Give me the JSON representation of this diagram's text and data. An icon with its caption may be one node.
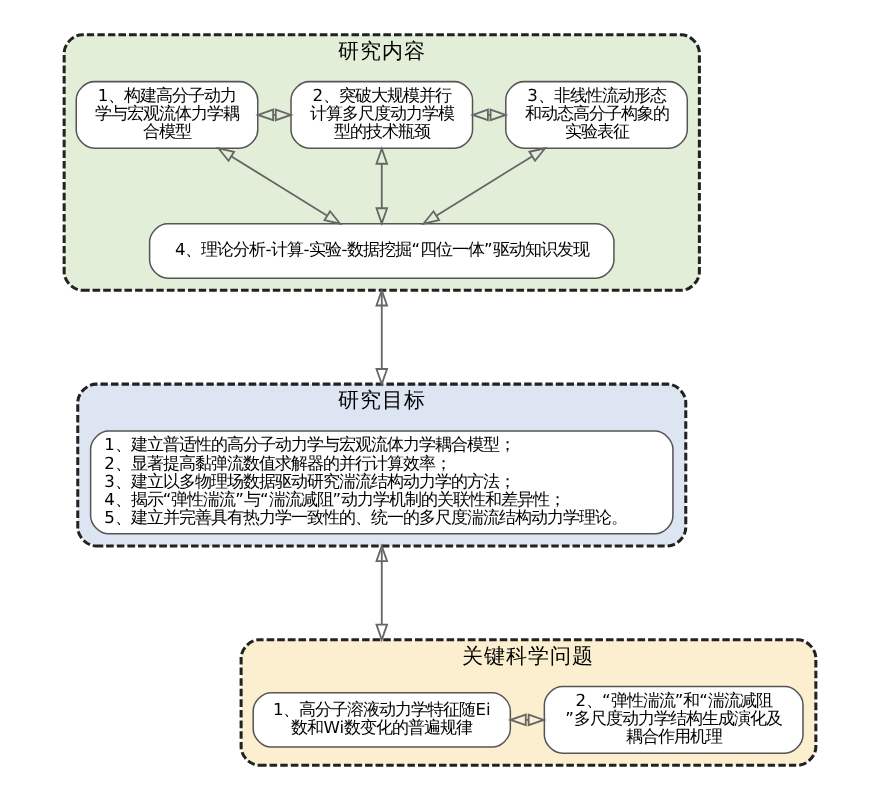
{
  "diagram": {
    "nodes": [
      {
        "text": [
          "研究内容"
        ]
      },
      {
        "text": [
          "1、构建高分子动力学与宏观流体力学耦合模型"
        ],
        "in": 0
      },
      {
        "text": [
          "2、突破大规模并行计算多尺度动力学模型的技术瓶颈"
        ],
        "in": 0
      },
      {
        "text": [
          "3、非线性流动形态和动态高分子构象的实验表征"
        ],
        "in": 0
      },
      {
        "text": [
          "4、理论分析-计算-实验-数据挖掘“四位一体”驱动知识发现"
        ],
        "in": 0
      },
      {
        "text": [
          "研究目标"
        ]
      },
      {
        "text": [
          "1、建立普适性的高分子动力学与宏观流体力学耦合模型；",
          "2、显著提高黏弹流数值求解器的并行计算效率；",
          "3、建立以多物理场数据驱动研究湍流结构动力学的方法；",
          "4、揭示“弹性湍流”与“湍流减阻”动力学机制的关联性和差异性；",
          "5、建立并完善具有热力学一致性的、统一的多尺度湍流结构动力学理论。"
        ],
        "in": 5
      },
      {
        "text": [
          "关键科学问题"
        ]
      },
      {
        "text": [
          "1、高分子溶液动力学特征随Ei数和Wi数变化的普遍规律"
        ],
        "in": 7
      },
      {
        "text": [
          "2、“弹性湍流”和“湍流减阻”多尺度动力学结构生成演化及耦合作用机理"
        ],
        "in": 7
      }
    ],
    "edges": [
      {
        "from": 1,
        "to": 2,
        "arrow": "both"
      },
      {
        "from": 2,
        "to": 3,
        "arrow": "both"
      },
      {
        "from": 1,
        "to": 4,
        "arrow": "both"
      },
      {
        "from": 2,
        "to": 4,
        "arrow": "both"
      },
      {
        "from": 3,
        "to": 4,
        "arrow": "both"
      },
      {
        "from": 0,
        "to": 5,
        "arrow": "both"
      },
      {
        "from": 5,
        "to": 7,
        "arrow": "both"
      },
      {
        "from": 8,
        "to": 9,
        "arrow": "both"
      }
    ]
  }
}
